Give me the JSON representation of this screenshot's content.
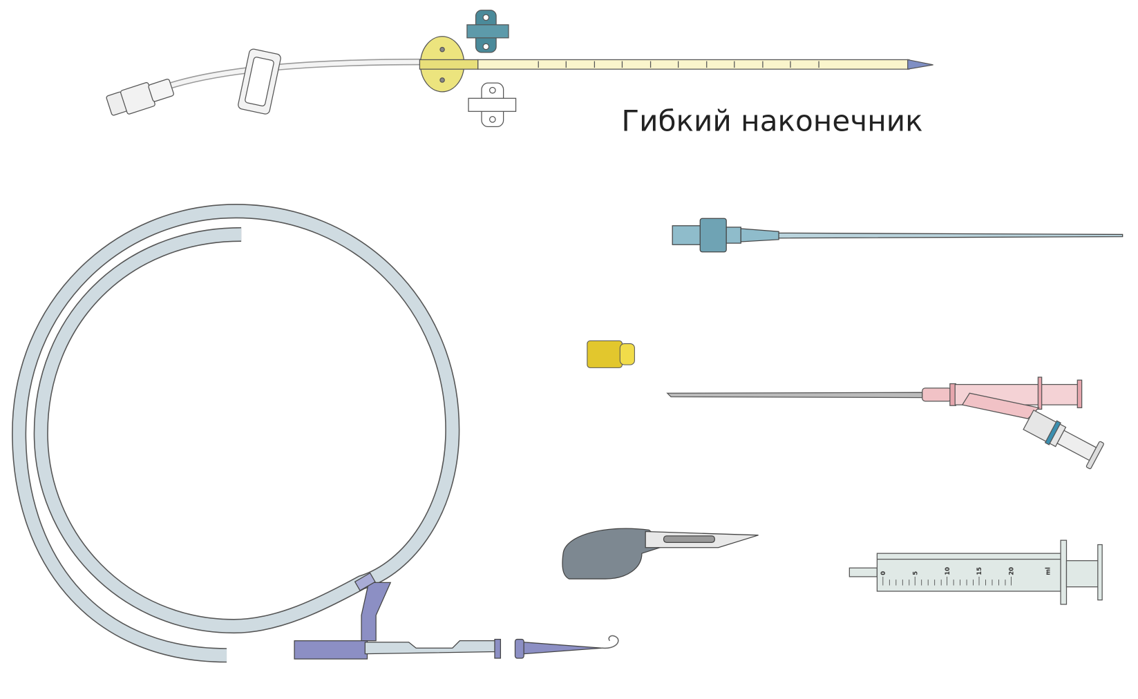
{
  "caption": "Гибкий наконечник",
  "syringe": {
    "scale_labels": [
      "0",
      "5",
      "10",
      "15",
      "20"
    ],
    "unit": "ml"
  },
  "colors": {
    "catheter": "#f7f2c4",
    "catheter_hub": "#e8df7a",
    "clip_teal": "#4a8a9a",
    "guidewire": "#cfdbe1",
    "handle_purple": "#8c8fc4",
    "needle_teal": "#8fbccb",
    "cap_yellow": "#e9d33a",
    "introducer_pink": "#f1c2c6",
    "scalpel_handle": "#7d8891",
    "syringe_barrel": "#e0e9e6"
  }
}
